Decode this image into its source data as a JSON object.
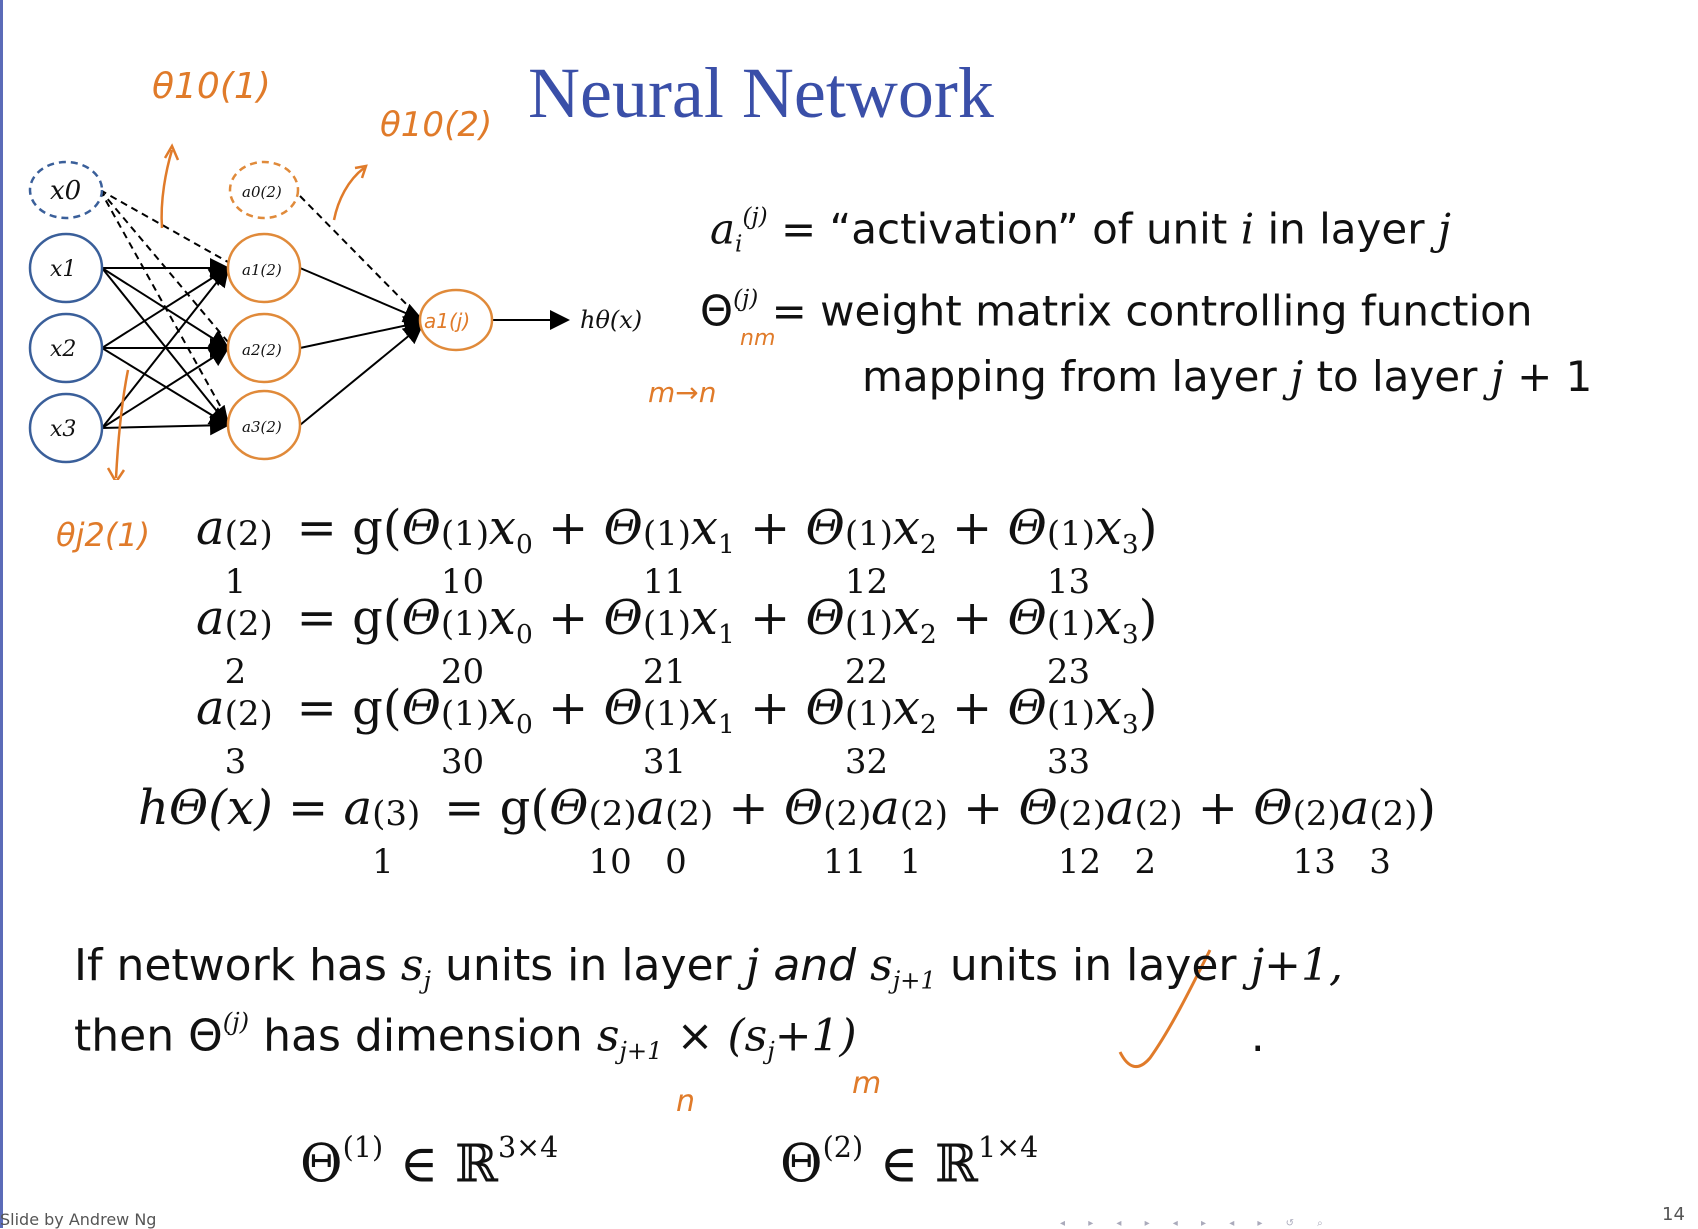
{
  "slide": {
    "title": "Neural Network",
    "footer_credit": "Slide by Andrew Ng",
    "page_number": "14",
    "colors": {
      "title": "#3a4fa8",
      "annotation": "#e07b2a",
      "input_node": "#3a5f9a",
      "hidden_node": "#e08a3a"
    }
  },
  "network": {
    "input_nodes": [
      "x0",
      "x1",
      "x2",
      "x3"
    ],
    "hidden_nodes": [
      "a0(2)",
      "a1(2)",
      "a2(2)",
      "a3(2)"
    ],
    "output_label": "hθ(x)"
  },
  "definitions": {
    "activation_symbol": "a",
    "activation_sub": "i",
    "activation_sup": "(j)",
    "activation_text": "= “activation” of unit",
    "activation_unit_var": "i",
    "activation_in": "in layer",
    "activation_layer_var": "j",
    "weight_symbol": "Θ",
    "weight_sup": "(j)",
    "weight_text_1": "= weight matrix controlling function",
    "weight_text_2": "mapping from layer",
    "weight_text_2_var": "j",
    "weight_text_2_mid": "to layer",
    "weight_text_2_var2": "j",
    "weight_text_2_end": "+ 1"
  },
  "equations": [
    {
      "lhs": "a",
      "lhs_sub": "1",
      "lhs_sup": "(2)",
      "terms": [
        [
          "10",
          "x",
          "0"
        ],
        [
          "11",
          "x",
          "1"
        ],
        [
          "12",
          "x",
          "2"
        ],
        [
          "13",
          "x",
          "3"
        ]
      ]
    },
    {
      "lhs": "a",
      "lhs_sub": "2",
      "lhs_sup": "(2)",
      "terms": [
        [
          "20",
          "x",
          "0"
        ],
        [
          "21",
          "x",
          "1"
        ],
        [
          "22",
          "x",
          "2"
        ],
        [
          "23",
          "x",
          "3"
        ]
      ]
    },
    {
      "lhs": "a",
      "lhs_sub": "3",
      "lhs_sup": "(2)",
      "terms": [
        [
          "30",
          "x",
          "0"
        ],
        [
          "31",
          "x",
          "1"
        ],
        [
          "32",
          "x",
          "2"
        ],
        [
          "33",
          "x",
          "3"
        ]
      ]
    }
  ],
  "output_equation": {
    "lhs": "hΘ(x)",
    "mid": "a",
    "mid_sub": "1",
    "mid_sup": "(3)",
    "terms": [
      [
        "10",
        "a",
        "0"
      ],
      [
        "11",
        "a",
        "1"
      ],
      [
        "12",
        "a",
        "2"
      ],
      [
        "13",
        "a",
        "3"
      ]
    ]
  },
  "dimension_statement": {
    "line1_a": "If network has",
    "line1_s": "s",
    "line1_s_sub": "j",
    "line1_b": "units in layer",
    "line1_j": "j",
    "line1_and": "and",
    "line1_s2_sub": "j+1",
    "line1_c": "units in layer",
    "line1_j1": "j+1,",
    "line2_a": "then",
    "line2_theta": "Θ",
    "line2_sup": "(j)",
    "line2_b": "has dimension",
    "line2_s_sub": "j+1",
    "line2_times": "×",
    "line2_paren": "(s",
    "line2_paren_sub": "j",
    "line2_paren_end": "+1)",
    "line2_dot": "."
  },
  "dims": [
    {
      "theta": "Θ",
      "sup": "(1)",
      "set": "∈ ℝ",
      "shape": "3×4"
    },
    {
      "theta": "Θ",
      "sup": "(2)",
      "set": "∈ ℝ",
      "shape": "1×4"
    }
  ],
  "handwritten": {
    "theta10_1": "θ10(1)",
    "theta10_2": "θ10(2)",
    "theta_j2": "θj2(1)",
    "a1_j": "a1(j)",
    "nm": "nm",
    "m_to_n": "m→n",
    "n_mark": "n",
    "m_mark": "m"
  }
}
